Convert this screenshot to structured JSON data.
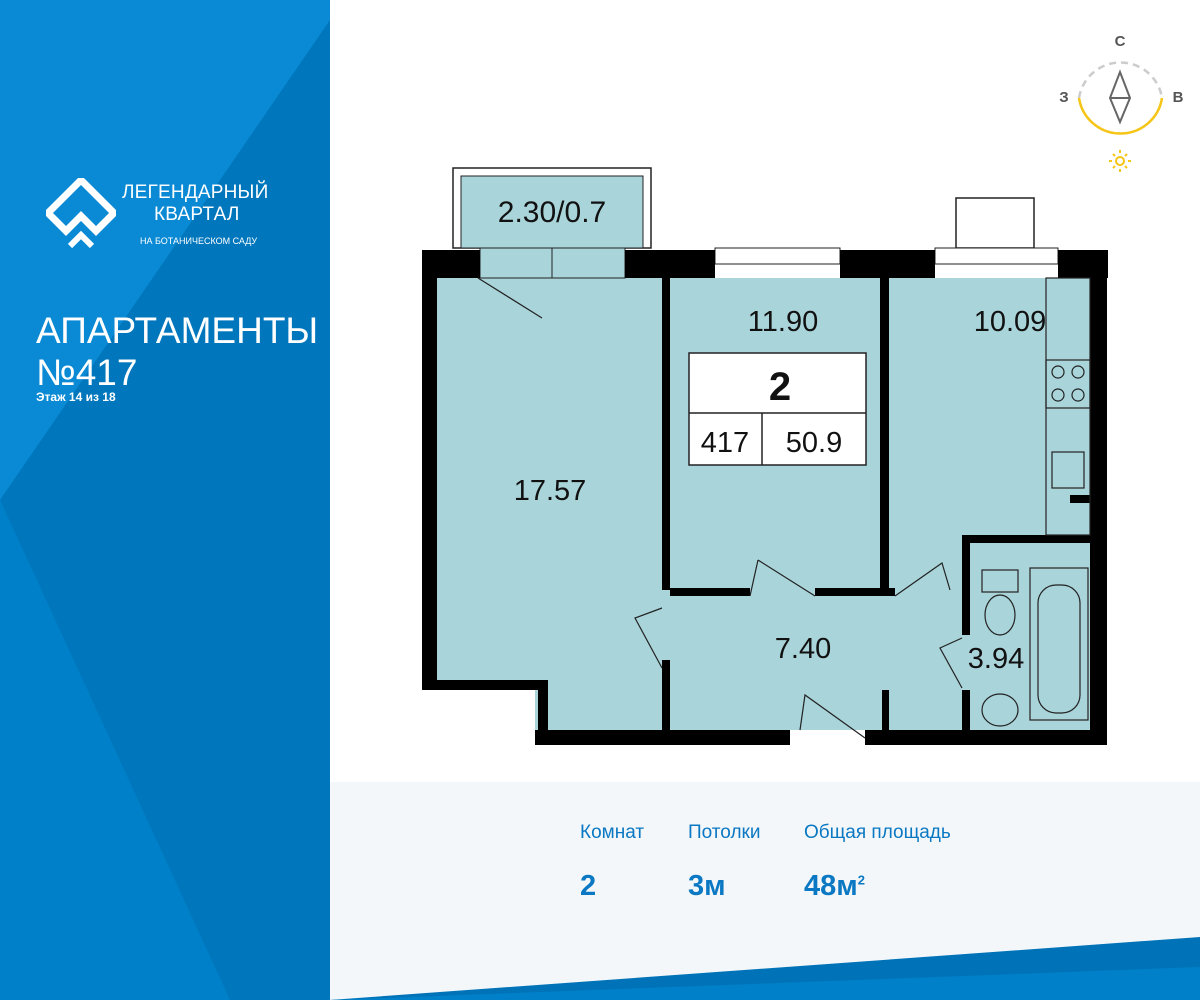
{
  "brand": {
    "line1": "ЛЕГЕНДАРНЫЙ",
    "line2": "КВАРТАЛ",
    "subtitle": "НА БОТАНИЧЕСКОМ САДУ"
  },
  "apartment": {
    "title": "АПАРТАМЕНТЫ",
    "number": "№417",
    "floor": "Этаж 14 из 18"
  },
  "compass": {
    "north": "С",
    "west": "З",
    "east": "В"
  },
  "plan": {
    "balcony": "2.30/0.7",
    "rooms": {
      "living": "17.57",
      "bedroom": "11.90",
      "kitchen": "10.09",
      "hall": "7.40",
      "bath": "3.94"
    },
    "info_box": {
      "rooms": "2",
      "number": "417",
      "area": "50.9"
    }
  },
  "stats": [
    {
      "label": "Комнат",
      "value": "2",
      "sup": ""
    },
    {
      "label": "Потолки",
      "value": "3м",
      "sup": ""
    },
    {
      "label": "Общая площадь",
      "value": "48м",
      "sup": "2"
    }
  ],
  "colors": {
    "brand": "#0080c8",
    "room": "#a9d4da",
    "sun": "#f5c518"
  }
}
